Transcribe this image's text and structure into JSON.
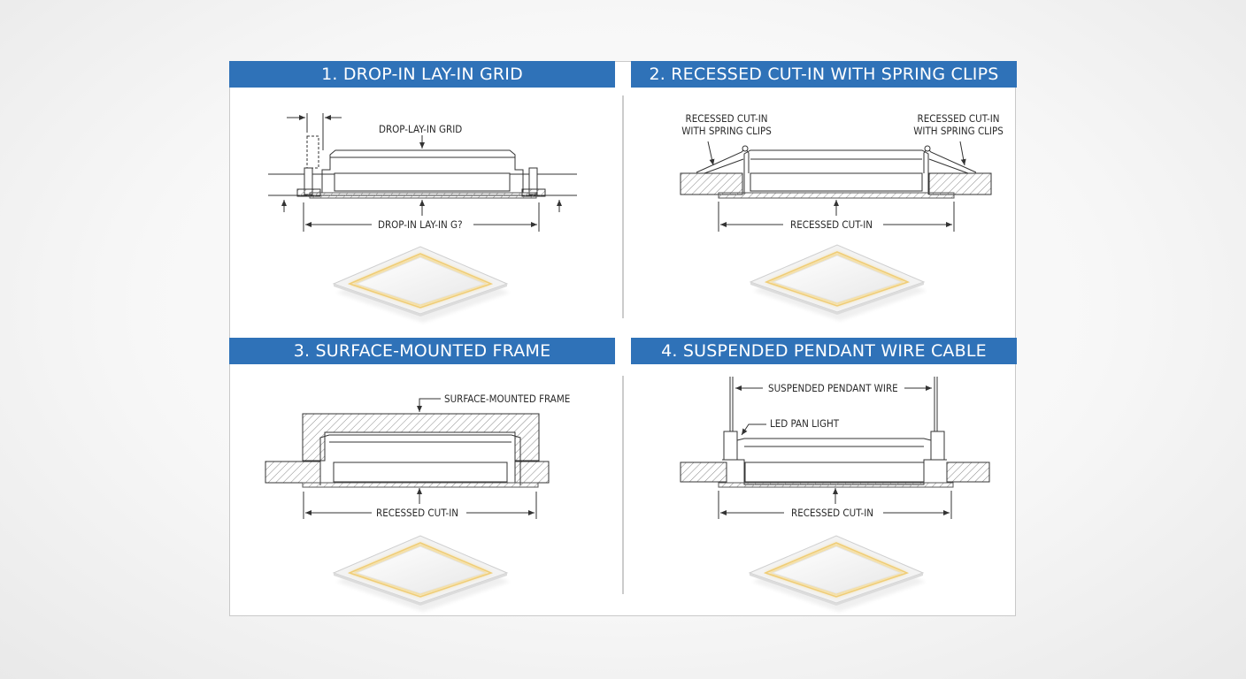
{
  "panels": [
    {
      "title": "1. DROP-IN LAY-IN GRID",
      "labels": [
        "DROP-LAY-IN GRID",
        "DROP-IN LAY-IN G?"
      ]
    },
    {
      "title": "2. RECESSED CUT-IN WITH SPRING CLIPS",
      "labels": [
        "RECESSED CUT-IN\nWITH SPRING CLIPS",
        "RECESSED CUT-IN\nWITH SPRING CLIPS",
        "RECESSED CUT-IN"
      ]
    },
    {
      "title": "3. SURFACE-MOUNTED FRAME",
      "labels": [
        "SURFACE-MOUNTED FRAME",
        "RECESSED CUT-IN"
      ]
    },
    {
      "title": "4. SUSPENDED PENDANT WIRE CABLE",
      "labels": [
        "SUSPENDED PENDANT WIRE",
        "LED PAN LIGHT",
        "RECESSED CUT-IN"
      ]
    }
  ],
  "colors": {
    "band": "#2f72b8",
    "line": "#333333",
    "glow": "#f4dc9a"
  }
}
